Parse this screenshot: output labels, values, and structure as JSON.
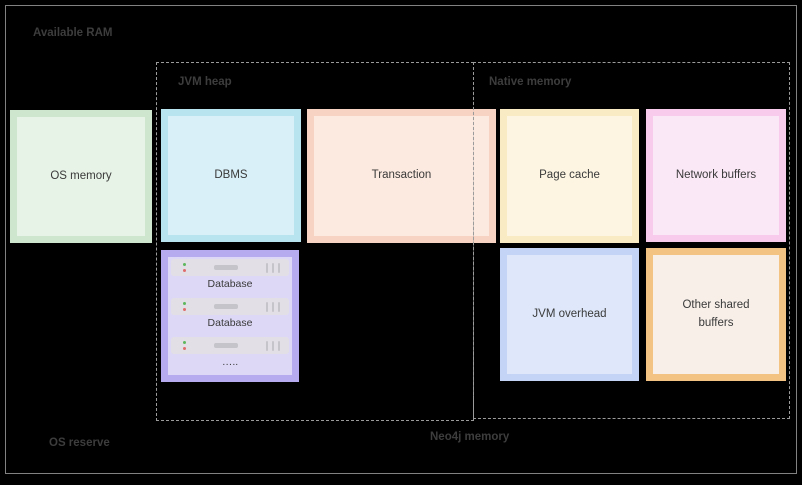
{
  "canvas": {
    "background": "#000000",
    "outer_border_color": "#828282",
    "dashed_border_color": "#9b9b9b",
    "label_text_color": "#3d3d3d"
  },
  "labels": {
    "available_ram": "Available RAM",
    "jvm_heap": "JVM heap",
    "native_memory": "Native memory",
    "os_reserve": "OS reserve",
    "neo4j_memory": "Neo4j memory"
  },
  "boxes": {
    "os_memory": {
      "label": "OS memory",
      "border": "#cde6cd",
      "fill": "#e7f3e7"
    },
    "dbms": {
      "label": "DBMS",
      "border": "#b8e4f0",
      "fill": "#d9f0f8"
    },
    "transaction": {
      "label": "Transaction",
      "border": "#f7d3c3",
      "fill": "#fce9df"
    },
    "page_cache": {
      "label": "Page cache",
      "border": "#f9ecc5",
      "fill": "#fdf5e2"
    },
    "network_buffers": {
      "label": "Network buffers",
      "border": "#f8cbed",
      "fill": "#fbe8f7"
    },
    "jvm_overhead": {
      "label": "JVM overhead",
      "border": "#c4d4f6",
      "fill": "#dee8fa"
    },
    "other_shared_buffers": {
      "label": "Other shared buffers",
      "border": "#f3c384",
      "fill": "#f8efe9"
    }
  },
  "database_stack": {
    "border": "#b7abef",
    "fill": "#ddd8f6",
    "server_body_color": "#e2e0e6",
    "server_detail_color": "#c6c4cb",
    "led_green": "#5db75d",
    "led_red": "#e06c6c",
    "items": [
      {
        "label": "Database"
      },
      {
        "label": "Database"
      },
      {
        "label": "….."
      }
    ]
  }
}
